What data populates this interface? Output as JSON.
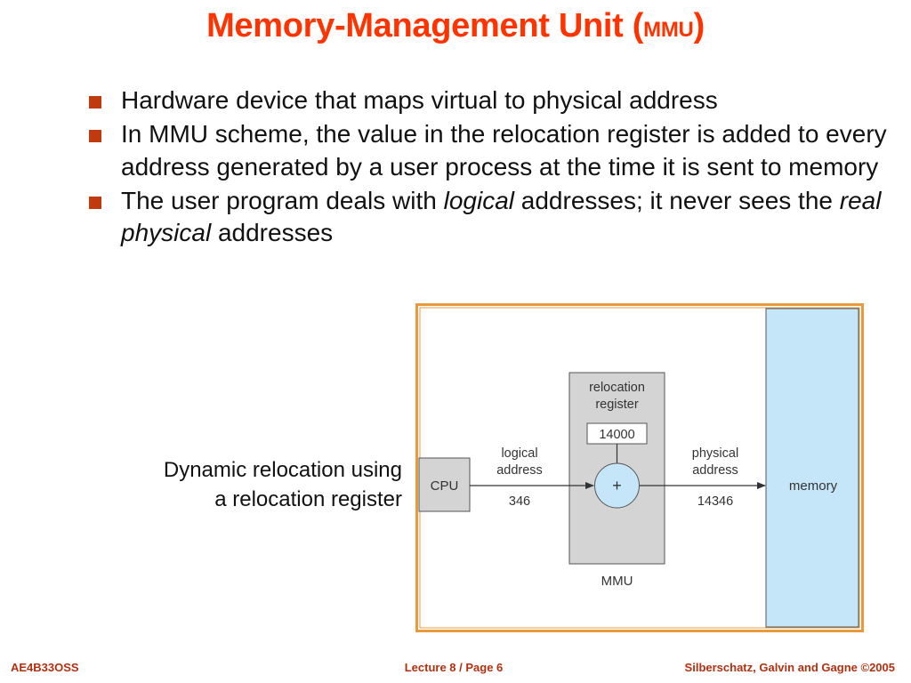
{
  "title": {
    "main": "Memory-Management Unit (",
    "abbr": "MMU",
    "close": ")"
  },
  "bullets": [
    {
      "text": "Hardware device that maps virtual to physical address"
    },
    {
      "text": "In MMU scheme, the value in the relocation register is added to every address generated by a user process at the time it is sent to memory"
    },
    {
      "pre": "The user program deals with ",
      "em1": "logical",
      "mid": " addresses; it never sees the ",
      "em2": "real physical",
      "post": " addresses"
    }
  ],
  "caption": {
    "line1": "Dynamic relocation using",
    "line2": "a relocation register"
  },
  "diagram": {
    "cpu": "CPU",
    "logical_l1": "logical",
    "logical_l2": "address",
    "logical_value": "346",
    "reg_l1": "relocation",
    "reg_l2": "register",
    "reg_value": "14000",
    "adder": "+",
    "mmu": "MMU",
    "physical_l1": "physical",
    "physical_l2": "address",
    "physical_value": "14346",
    "memory": "memory",
    "colors": {
      "frame": "#e89a3c",
      "memory": "#c4e6f8",
      "box": "#d4d4d4",
      "adder": "#c4e6f8"
    }
  },
  "footer": {
    "left": "AE4B33OSS",
    "center": "Lecture 8 / Page 6",
    "right": "Silberschatz, Galvin and Gagne ©2005"
  }
}
